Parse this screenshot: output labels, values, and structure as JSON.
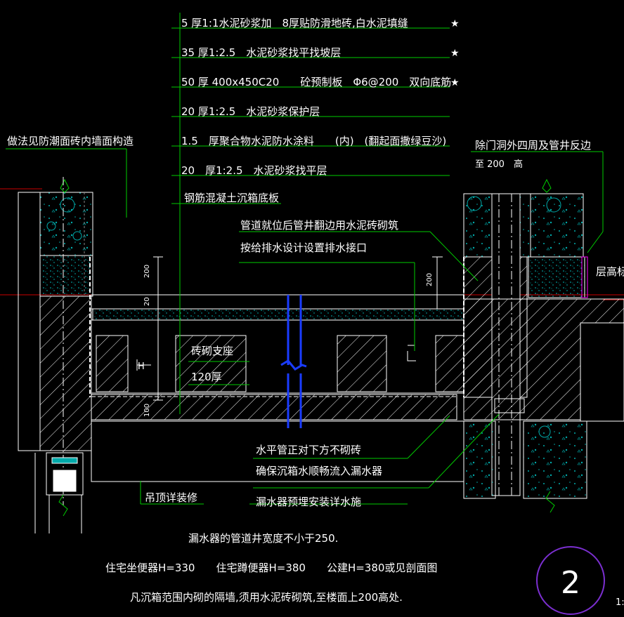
{
  "layers": [
    {
      "text": "5 厚1:1水泥砂浆加　8厚贴防滑地砖,白水泥填缝",
      "star": true
    },
    {
      "text": "35 厚1:2.5　水泥砂浆找平找坡层",
      "star": true
    },
    {
      "text": "50 厚 400x450C20　　砼预制板　Φ6@200　双向底筋",
      "star": true
    },
    {
      "text": "20 厚1:2.5　水泥砂浆保护层",
      "star": false
    },
    {
      "text": "1.5　厚聚合物水泥防水涂料　　(内)　(翻起面撒绿豆沙)",
      "star": false
    },
    {
      "text": "20　厚1:2.5　水泥砂浆找平层",
      "star": false
    },
    {
      "text": "钢筋混凝土沉箱底板",
      "star": false
    }
  ],
  "star_glyph": "★",
  "notes": {
    "left_wall": "做法见防潮面砖内墙面构造",
    "right_top_line1": "除门洞外四周及管井反边",
    "right_top_line2": "至 200　高",
    "floor_mark": "层高标",
    "pipe_line1": "管道就位后管井翻边用水泥砖砌筑",
    "pipe_line2": "按给排水设计设置排水接口",
    "brick_support": "砖砌支座",
    "brick_thickness": "120厚",
    "horizontal_pipe": "水平管正对下方不砌砖",
    "ensure_flow": "确保沉箱水顺畅流入漏水器",
    "ceiling": "吊顶详装修",
    "drain_install": "漏水器预埋安装详水施",
    "shaft_width": "漏水器的管道井宽度不小于250.",
    "heights": "住宅坐便器H=330　　住宅蹲便器H=380　　公建H=380或见剖面图",
    "bottom_note": "凡沉箱范围内砌的隔墙,须用水泥砖砌筑,至楼面上200高处."
  },
  "dimensions": {
    "d200_left": "200",
    "d20": "20",
    "d100": "100",
    "d200_right": "200",
    "h_mark": "H"
  },
  "detail_number": "2",
  "corner_mark": "1:",
  "colors": {
    "line": "#ffffff",
    "leader": "#00cc00",
    "hatch": "#00aaaa",
    "axis": "#cc0000",
    "blue": "#1a3cff",
    "circle": "#7b2fd0",
    "box": "#ff00ff"
  }
}
